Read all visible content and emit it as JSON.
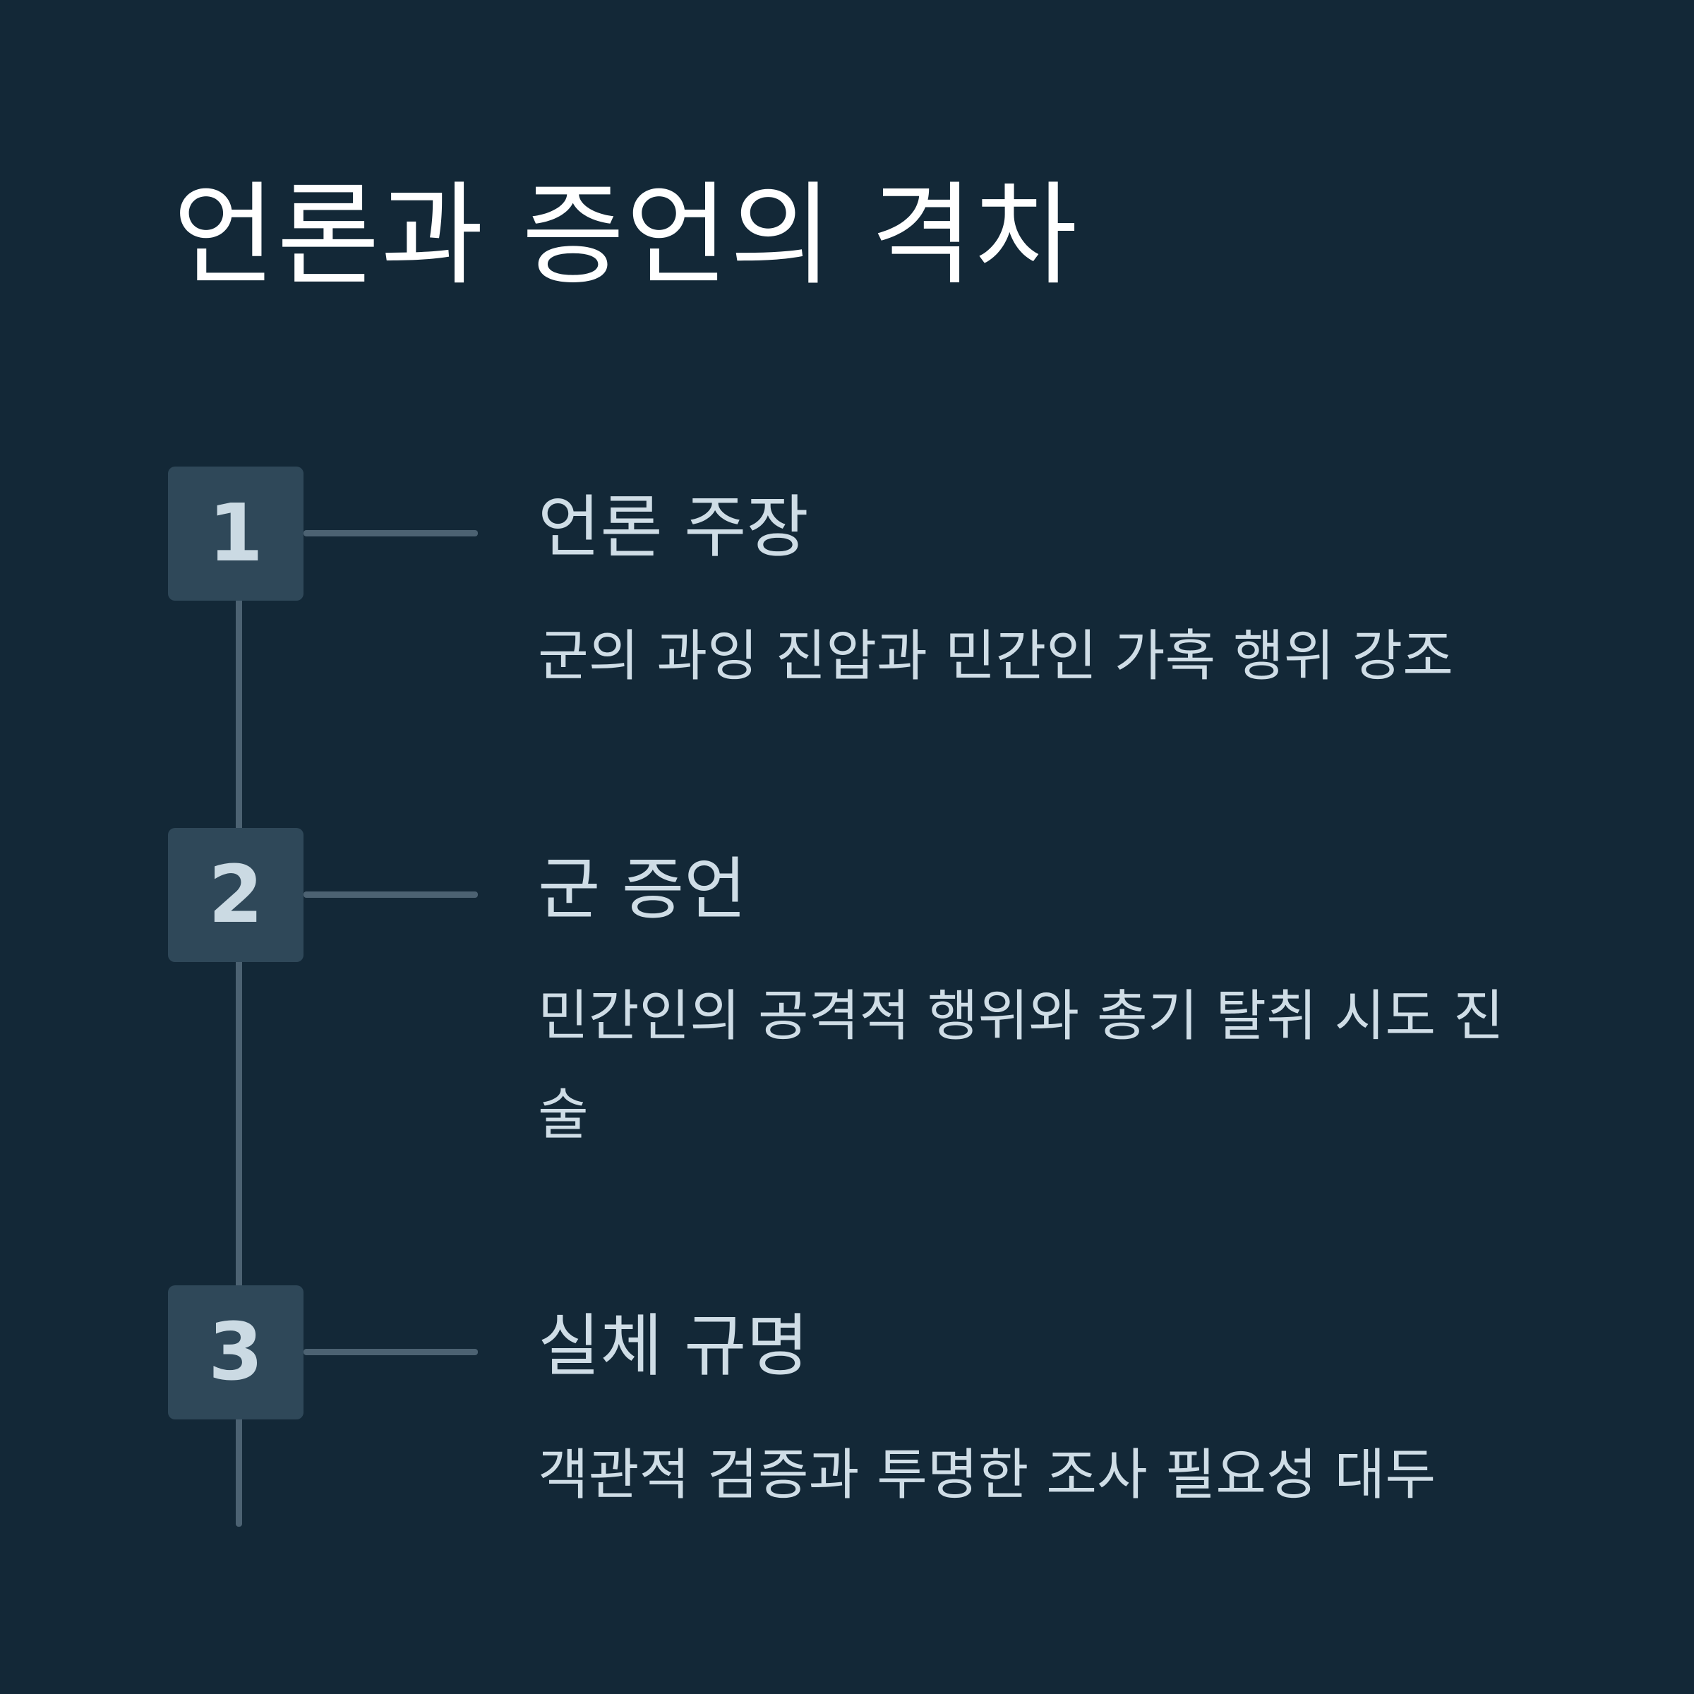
{
  "title": "언론과 증언의 격차",
  "steps": [
    {
      "number": "1",
      "heading": "언론 주장",
      "description": "군의 과잉 진압과 민간인 가혹 행위 강조"
    },
    {
      "number": "2",
      "heading": "군 증언",
      "description": "민간인의 공격적 행위와 총기 탈취 시도 진술"
    },
    {
      "number": "3",
      "heading": "실체 규명",
      "description": "객관적 검증과 투명한 조사 필요성 대두"
    }
  ],
  "colors": {
    "background": "#132837",
    "badge": "#2f4859",
    "connector": "#4c6272",
    "title_text": "#ffffff",
    "body_text": "#cfdde6"
  }
}
